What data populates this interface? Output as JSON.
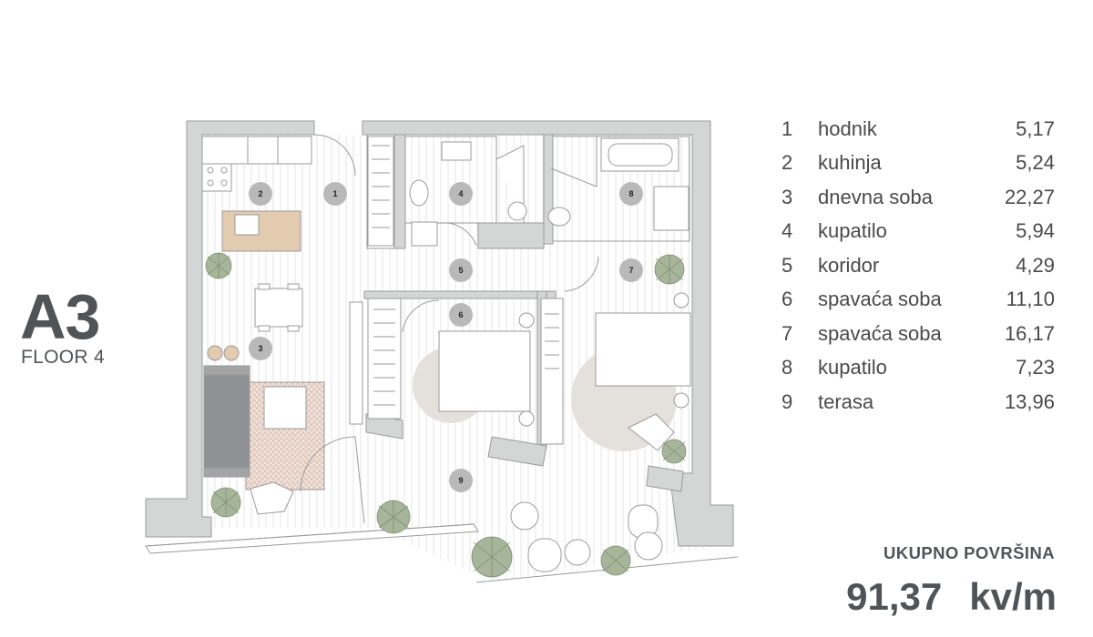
{
  "apartment": {
    "code": "A3",
    "floor": "FLOOR 4"
  },
  "rooms": [
    {
      "num": "1",
      "name": "hodnik",
      "area": "5,17"
    },
    {
      "num": "2",
      "name": "kuhinja",
      "area": "5,24"
    },
    {
      "num": "3",
      "name": "dnevna soba",
      "area": "22,27"
    },
    {
      "num": "4",
      "name": "kupatilo",
      "area": "5,94"
    },
    {
      "num": "5",
      "name": "koridor",
      "area": "4,29"
    },
    {
      "num": "6",
      "name": "spavaća soba",
      "area": "11,10"
    },
    {
      "num": "7",
      "name": "spavaća soba",
      "area": "16,17"
    },
    {
      "num": "8",
      "name": "kupatilo",
      "area": "7,23"
    },
    {
      "num": "9",
      "name": "terasa",
      "area": "13,96"
    }
  ],
  "total": {
    "label": "UKUPNO POVRŠINA",
    "value": "91,37",
    "unit": "kv/m"
  },
  "colors": {
    "wall": "#d4d6d6",
    "floor": "#ffffff",
    "marker": "#b9b9b9",
    "text": "#4a4a4a",
    "accent_wood": "#e3cbb0"
  },
  "icons": [
    "plant-icon",
    "bed-icon",
    "sofa-icon",
    "toilet-icon",
    "bathtub-icon",
    "sink-icon",
    "table-icon",
    "chair-icon"
  ]
}
